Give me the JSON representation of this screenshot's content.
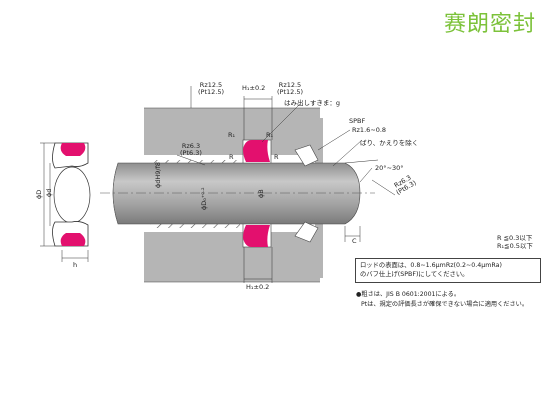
{
  "brand": "赛朗密封",
  "labels": {
    "rz_left": "Rz12.5",
    "pt_left": "(Pt12.5)",
    "h_top": "H₁±0.2",
    "rz_right": "Rz12.5",
    "pt_right": "(Pt12.5)",
    "hamidashi": "はみ出しすきま：g",
    "spbf": "SPBF",
    "rz_spbf": "Rz1.6∼0.8",
    "bari": "ばり、かえりを除く",
    "rz63_left": "Rz6.3",
    "pt63_left": "(Pt6.3)",
    "r1_a": "R₁",
    "r1_b": "R₁",
    "r_a": "R",
    "r_b": "R",
    "angle": "20°∼30°",
    "rz63_right": "Rz6.3",
    "pt63_right": "(Pt6.3)",
    "phi_d_h9": "ϕdH9/f8",
    "phi_d2": "ϕD₀⁺⁰·²",
    "phi_b": "ϕB",
    "c": "C",
    "h_bottom": "H₁±0.2",
    "phi_D": "ϕD",
    "phi_d_seal": "ϕd",
    "h_seal": "h",
    "r_note1": "R ≦0.3以下",
    "r_note2": "R₁≦0.5以下"
  },
  "notes": {
    "line1": "ロッドの表面は、0.8∼1.6μmRz(0.2∼0.4μmRa)",
    "line2": "のバフ仕上げ(SPBF)にしてください。"
  },
  "footnotes": {
    "line1": "●粗さは、JIS B 0601:2001による。",
    "line2": "Ptは、規定の評価長さが確保できない場合に適用ください。"
  },
  "colors": {
    "seal": "#e3106e",
    "housing": "#b5b5b5",
    "rod": "#a9a9a9",
    "brand": "#7cc23a"
  }
}
